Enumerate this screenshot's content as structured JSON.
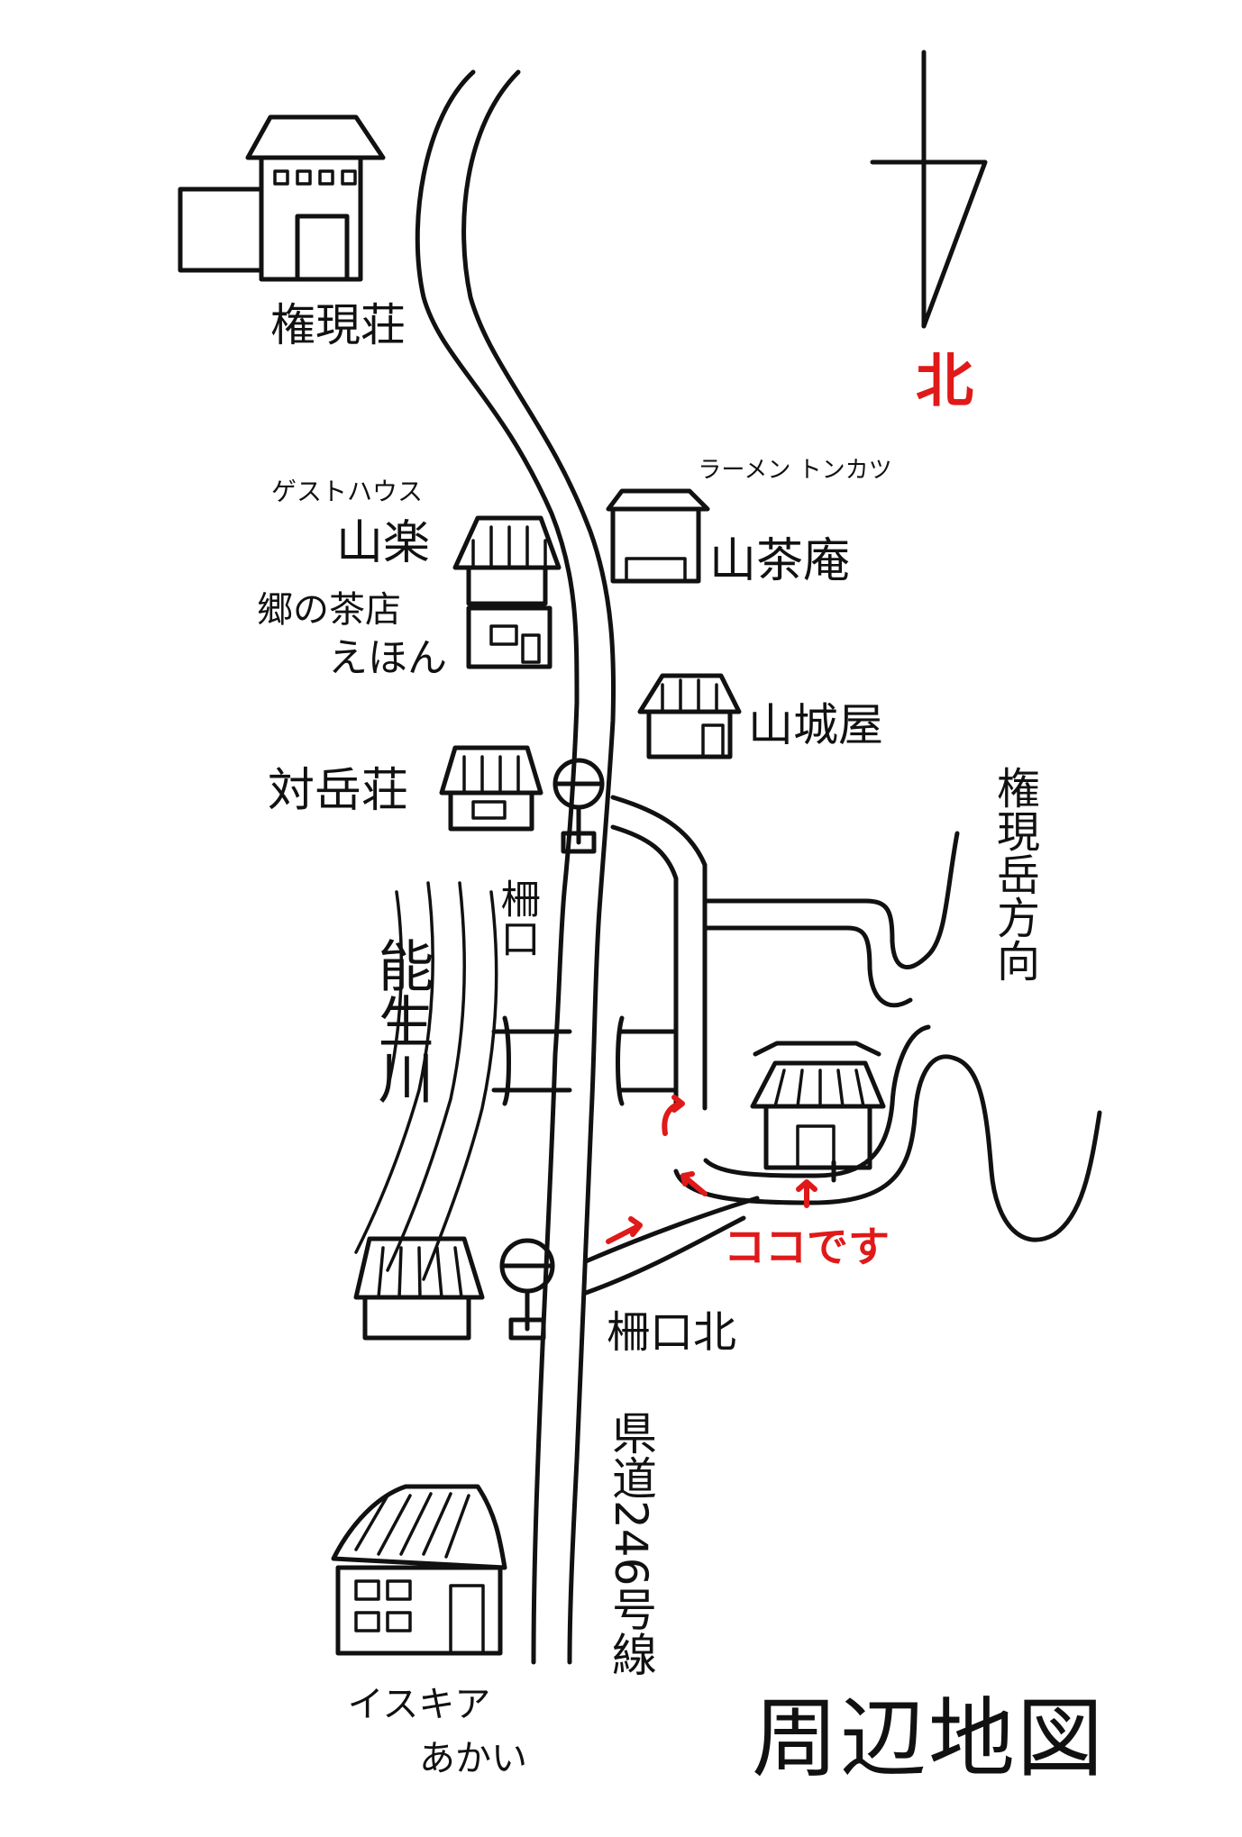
{
  "title": "周辺地図",
  "compass": {
    "label": "北",
    "color": "#e01919"
  },
  "here": {
    "label": "ココです",
    "color": "#e01919"
  },
  "landmarks": {
    "gongensou": "権現荘",
    "sanraku_sub": "ゲストハウス",
    "sanraku": "山楽",
    "sazanka_sub": "ラーメン トンカツ",
    "sazanka": "山茶庵",
    "ehon_1": "郷の茶店",
    "ehon_2": "えほん",
    "yamashiroya": "山城屋",
    "taigakusou": "対岳荘",
    "gongendake": "権現岳方向",
    "river": "能生川",
    "busstop_1": "柵口",
    "busstop_2": "柵口北",
    "route": "県道246号線",
    "iskia_1": "イスキア",
    "iskia_2": "あかい"
  }
}
